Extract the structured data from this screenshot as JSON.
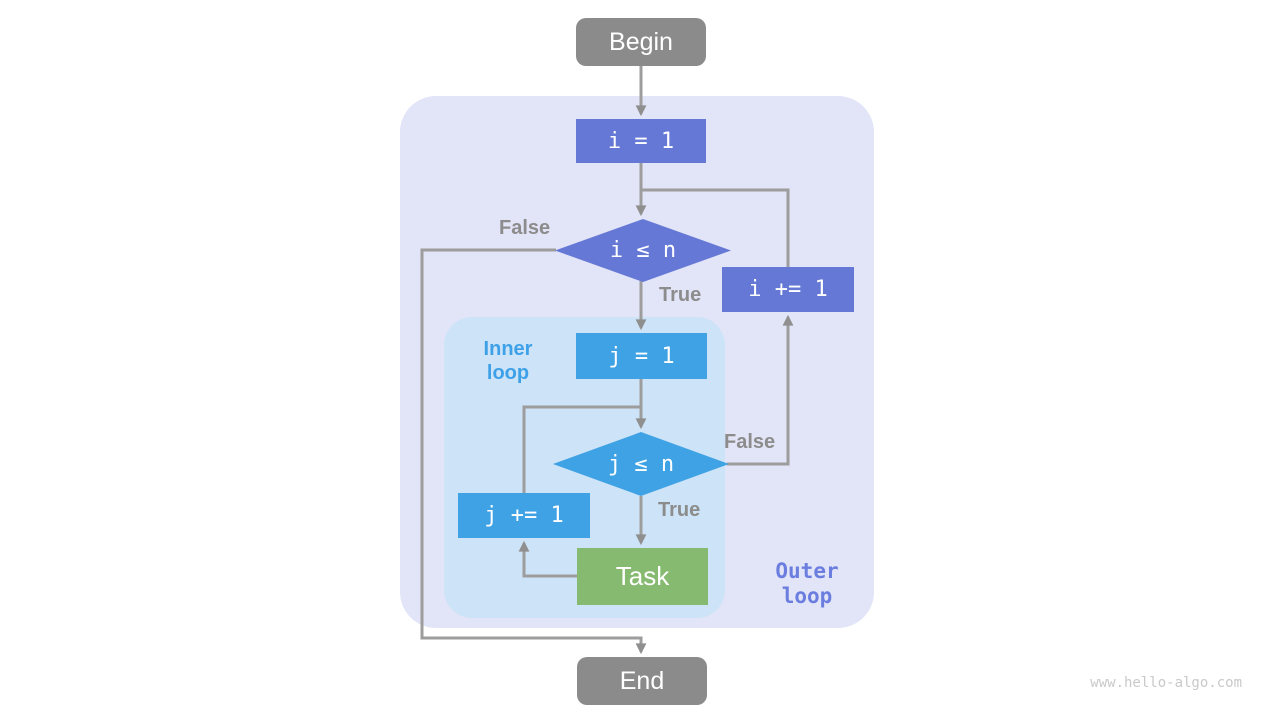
{
  "page": {
    "watermark": "www.hello-algo.com"
  },
  "colors": {
    "gray": "#8b8b8b",
    "purple": "#6678d6",
    "blue": "#3fa2e5",
    "green": "#85ba70",
    "outer-bg": "#e2e4f7",
    "inner-bg": "#cde3f7",
    "line": "#9d9d9d",
    "arrow": "#8f8f8f",
    "label-gray": "#8c8c8c",
    "inner-label": "#3ea1e8",
    "outer-label": "#6b7ee0",
    "watermark": "#c9c9c9"
  },
  "flowchart": {
    "nodes": {
      "begin": "Begin",
      "init_i": "i = 1",
      "cond_i": "i ≤ n",
      "inc_i": "i += 1",
      "init_j": "j = 1",
      "cond_j": "j ≤ n",
      "inc_j": "j += 1",
      "task": "Task",
      "end": "End"
    },
    "edge_labels": {
      "outer_false": "False",
      "outer_true": "True",
      "inner_false": "False",
      "inner_true": "True"
    },
    "zone_labels": {
      "inner_loop": [
        "Inner",
        "loop"
      ],
      "outer_loop": [
        "Outer",
        "loop"
      ]
    }
  }
}
